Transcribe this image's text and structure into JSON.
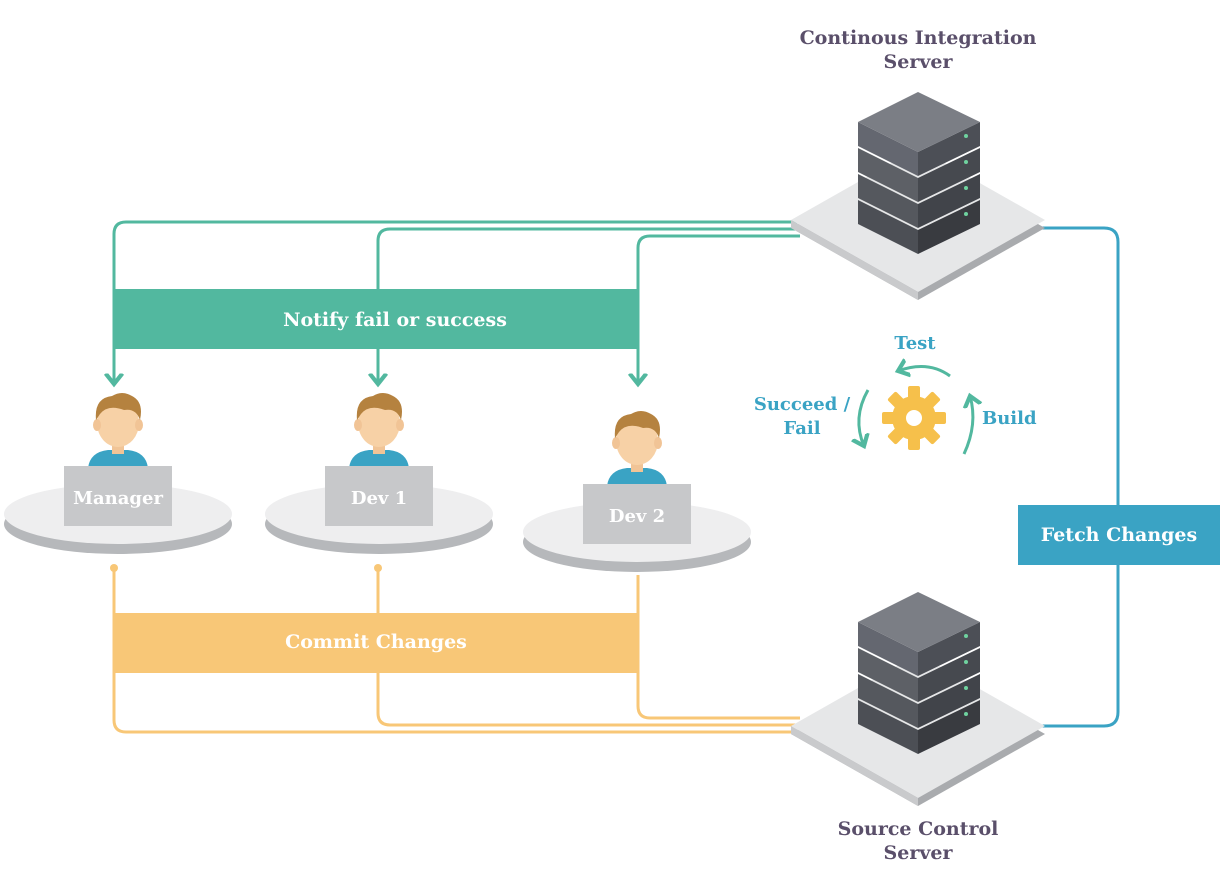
{
  "ci_server": {
    "title_line1": "Continous Integration",
    "title_line2": "Server"
  },
  "source_server": {
    "title_line1": "Source Control",
    "title_line2": "Server"
  },
  "notify_banner": {
    "label": "Notify fail or success"
  },
  "commit_banner": {
    "label": "Commit Changes"
  },
  "fetch_box": {
    "label": "Fetch Changes"
  },
  "cycle": {
    "test": "Test",
    "build": "Build",
    "succeed_line1": "Succeed /",
    "succeed_line2": "Fail"
  },
  "people": [
    {
      "label": "Manager"
    },
    {
      "label": "Dev 1"
    },
    {
      "label": "Dev 2"
    }
  ],
  "colors": {
    "notify": "#52b89f",
    "commit": "#f8c777",
    "fetch": "#3aa3c4",
    "server_dark": "#5d6066",
    "gear": "#f6c04b",
    "label_dark": "#5a4f6a"
  }
}
